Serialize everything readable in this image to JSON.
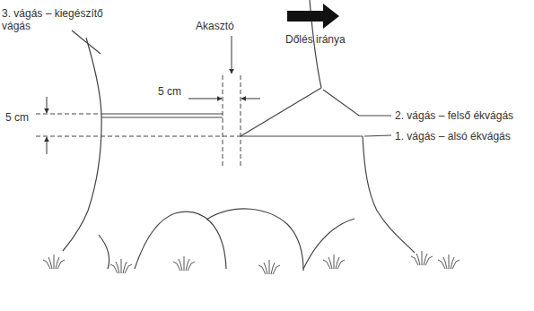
{
  "diagram": {
    "labels": [
      "3. vágás – kiegészítő vágás",
      "Akasztó",
      "Dőlés iránya",
      "5 cm",
      "2. vágás – felső ékvágás",
      "1. vágás – alsó ékvágás",
      "5 cm"
    ]
  }
}
